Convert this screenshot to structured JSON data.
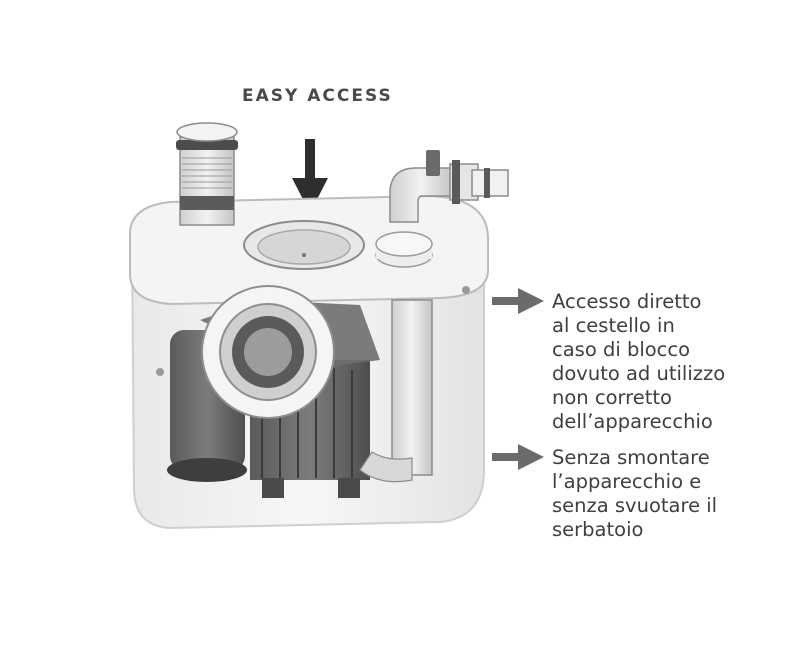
{
  "headline": "EASY ACCESS",
  "notes": [
    "Accesso diretto\nal cestello in\ncaso di blocco\ndovuto ad utilizzo\nnon corretto\ndell’apparecchio",
    "Senza smontare\nl’apparecchio e\nsenza svuotare il\nserbatoio"
  ],
  "colors": {
    "text": "#3f3f3f",
    "arrow": "#6b6b6b",
    "headline": "#4a4a4a"
  },
  "icons": {
    "headline_arrow": "arrow-down-icon",
    "note_arrow": "arrow-right-icon"
  }
}
